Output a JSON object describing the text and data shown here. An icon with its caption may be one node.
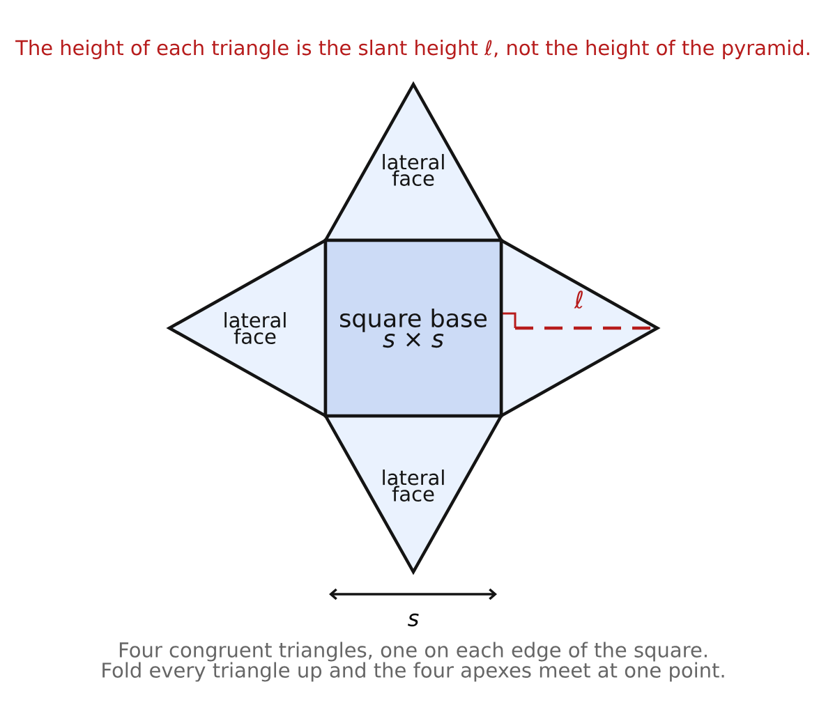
{
  "diagram": {
    "title": "The height of each triangle is the slant height *ℓ*, not the height of the pyramid.",
    "caption": "Four congruent triangles, one on each edge of the square. Fold every triangle up and the four apexes meet at one point.",
    "nodes": [
      {
        "text": [
          "lateral face"
        ]
      },
      {
        "text": [
          "lateral face"
        ]
      },
      {
        "text": [
          "square base",
          "s × s"
        ]
      },
      {
        "text": [],
        "shape": "triangle"
      },
      {
        "text": [
          "lateral face"
        ]
      }
    ],
    "labels": [
      "ℓ",
      "s"
    ]
  }
}
